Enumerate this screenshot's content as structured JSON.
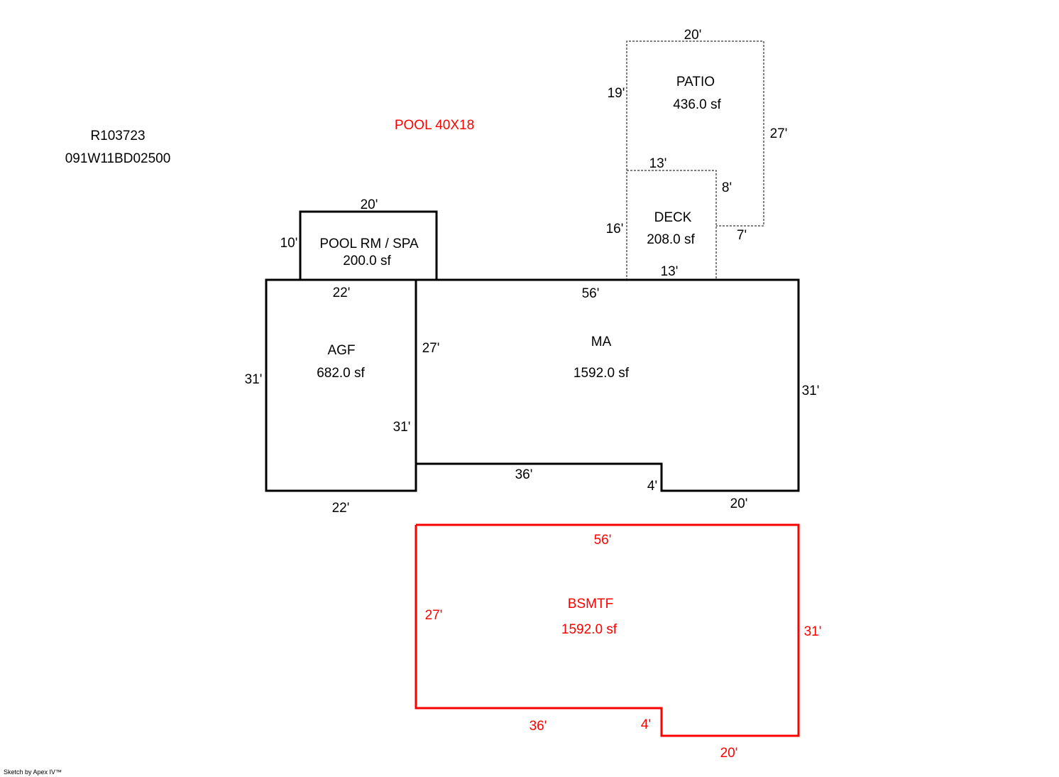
{
  "parcel": {
    "id": "R103723",
    "number": "091W11BD02500"
  },
  "pool_note": "POOL 40X18",
  "credit": "Sketch by Apex IV™",
  "colors": {
    "main": "#000000",
    "basement": "#ff0000"
  },
  "areas": {
    "patio": {
      "name": "PATIO",
      "area": "436.0 sf",
      "dims": {
        "top": "20'",
        "left": "19'",
        "right": "27'",
        "bottom": "7'"
      }
    },
    "deck": {
      "name": "DECK",
      "area": "208.0 sf",
      "dims": {
        "top": "13'",
        "left": "16'",
        "right": "8'",
        "bottom": "13'"
      }
    },
    "pool_room": {
      "name": "POOL RM / SPA",
      "area": "200.0 sf",
      "dims": {
        "top": "20'",
        "left": "10'"
      }
    },
    "agf": {
      "name": "AGF",
      "area": "682.0 sf",
      "dims": {
        "top": "22'",
        "left": "31'",
        "right": "31'",
        "bottom": "22'"
      }
    },
    "ma": {
      "name": "MA",
      "area": "1592.0 sf",
      "dims": {
        "top": "56'",
        "left": "27'",
        "right": "31'",
        "bottom_long": "36'",
        "step": "4'",
        "bottom_short": "20'"
      }
    },
    "bsmtf": {
      "name": "BSMTF",
      "area": "1592.0 sf",
      "dims": {
        "top": "56'",
        "left": "27'",
        "right": "31'",
        "bottom_long": "36'",
        "step": "4'",
        "bottom_short": "20'"
      }
    }
  }
}
